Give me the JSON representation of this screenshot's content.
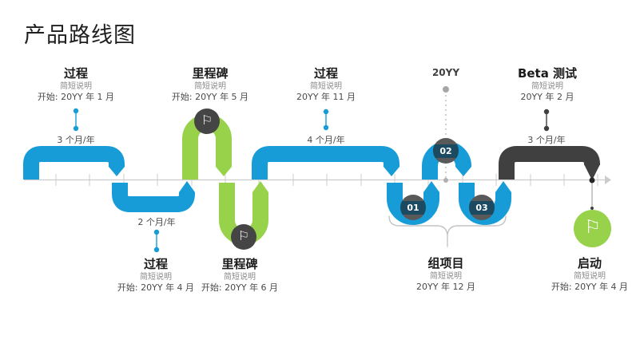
{
  "title": "产品路线图",
  "colors": {
    "blue": "#189CD8",
    "green": "#98D24B",
    "dark": "#404040",
    "circle_gray": "#595959",
    "circle_band": "#1C4A61",
    "flag_circle": "#454545",
    "baseline_gray": "#CCCCCC",
    "dotted_gray": "#C0C0C0",
    "brace_gray": "#C4C4C4"
  },
  "top_labels": [
    {
      "title": "过程",
      "desc": "简短说明",
      "date": "开始: 20YY 年 1 月"
    },
    {
      "title": "里程碑",
      "desc": "简短说明",
      "date": "开始: 20YY 年 5 月"
    },
    {
      "title": "过程",
      "desc": "简短说明",
      "date": "20YY 年 11 月"
    },
    {
      "title": "20YY"
    },
    {
      "title": "Beta 测试",
      "desc": "简短说明",
      "date": "20YY 年 2 月"
    }
  ],
  "durations": {
    "d1": "3 个月/年",
    "d2": "2 个月/年",
    "d3": "4 个月/年",
    "d4": "3 个月/年"
  },
  "bottom_labels": [
    {
      "title": "过程",
      "desc": "简短说明",
      "date": "开始: 20YY 年 4 月"
    },
    {
      "title": "里程碑",
      "desc": "简短说明",
      "date": "开始: 20YY 年 6 月"
    },
    {
      "title": "组项目",
      "desc": "简短说明",
      "date": "20YY 年 12 月"
    },
    {
      "title": "启动",
      "desc": "简短说明",
      "date": "开始: 20YY 年 4 月"
    }
  ],
  "milestones": {
    "m1": "01",
    "m2": "02",
    "m3": "03"
  },
  "icons": {
    "flag": "⚐"
  }
}
